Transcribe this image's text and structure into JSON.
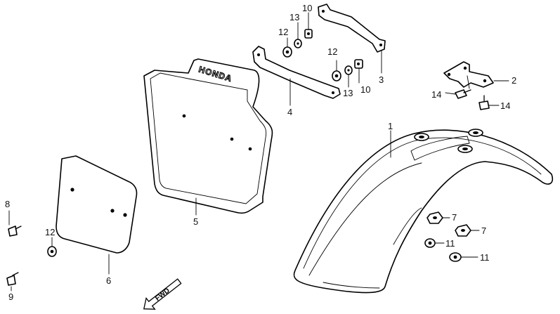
{
  "logo_text": "HONDA",
  "fwd_text": "FWD",
  "callouts": {
    "p1": "1",
    "p2": "2",
    "p3": "3",
    "p4": "4",
    "p5": "5",
    "p6": "6",
    "p7a": "7",
    "p7b": "7",
    "p8": "8",
    "p9": "9",
    "p10a": "10",
    "p10b": "10",
    "p11a": "11",
    "p11b": "11",
    "p12a": "12",
    "p12b": "12",
    "p12c": "12",
    "p13a": "13",
    "p13b": "13",
    "p14a": "14",
    "p14b": "14"
  },
  "colors": {
    "line": "#000000",
    "background": "#ffffff"
  }
}
